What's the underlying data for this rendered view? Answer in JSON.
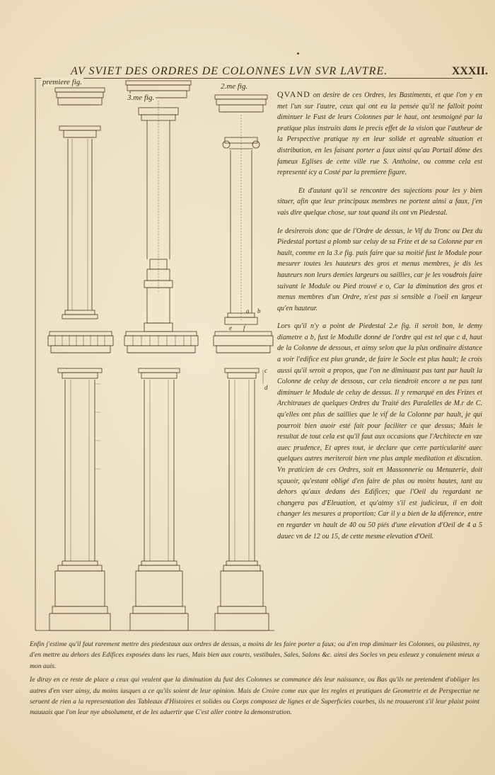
{
  "header": {
    "title": "AV SVIET DES ORDRES DE COLONNES LVN SVR LAVTRE.",
    "page_number": "XXXII."
  },
  "figures": {
    "first": "premiere fig.",
    "third": "3.me fig.",
    "second": "2.me fig."
  },
  "letters": {
    "a": "a",
    "b": "b",
    "c": "c",
    "d": "d",
    "e": "e",
    "f": "f"
  },
  "text": {
    "para1_lead": "QVAND",
    "para1": " on desire de ces Ordres, les Bastiments, et que l'on y en met l'un sur l'autre, ceux qui ont eu la pensée qu'il ne falloit point diminuer le Fust de leurs Colonnes par le haut, ont tesmoigné par la pratique plus instruits dans le precis effet de la vision que l'autheur de la Perspective pratique ny en leur solide et agreable situation et distribution, en les faisant porter a faux ainsi qu'au Portail dôme des fameux Eglises de cette ville rue S. Anthoine, ou comme cela est representé icy a Costé par la premiere figure.",
    "para2": "Et d'autant qu'il se rencontre des sujections pour les y bien situer, afin que leur principaux membres ne portent ainsi a faux, j'en vais dire quelque chose, sur tout quand ils ont vn Piedestal.",
    "para3": "Ie desirerois donc que de l'Ordre de dessus, le Vif du Tronc ou Dez du Piedestal portast a plomb sur celuy de sa Frize et de sa Colonne par en hault, comme en la 3.e fig. puis faire que sa moitié fust le Module pour mesurer toutes les hauteurs des gros et menus membres, je dis les hauteurs non leurs demies largeurs ou saillies, car je les voudrois faire suivant le Module ou Pied trouvé e o, Car la diminution des gros et menus membres d'un Ordre, n'est pas si sensible a l'oeil en largeur qu'en hauteur.",
    "para4": "Lors qu'il n'y a point de Piedestal 2.e fig. il seroit bon, le demy diametre a b, fust le Modulle donné de l'ordre qui est tel que c d, haut de la Colonne de dessous, et ainsy selon que la plus ordinaire distance a voir l'edifice est plus grande, de faire le Socle est plus hault; Ie crois aussi qu'il seroit a propos, que l'on ne diminuast pas tant par hault la Colonne de celuy de dessous, car cela tiendroit encore a ne pas tant diminuer le Module de celuy de dessus. Il y remarqué en des Frizes et Architraues de quelques Ordres du Traité des Paralelles de M.r de C. qu'elles ont plus de saillies que le vif de la Colonne par hault, je qui pourroit bien auoir esté fait pour faciliter ce que dessus; Mais le resultat de tout cela est qu'il faut aux occasions que l'Architecte en vze auec prudence, Et apres tout, ie declare que cette particularité auec quelques autres meriteroit bien vne plus ample meditation et discution. Vn praticien de ces Ordres, soit en Massonnerie ou Menuzerie, doit sçauoir, qu'estant obligé d'en faire de plus ou moins hautes, tant au dehors qu'aux dedans des Edifices; que l'Oeil du regardant ne changera pas d'Eleuation, et qu'ainsy s'il est judicieux, il en doit changer les mesures a proportion; Car il y a bien de la diference, entre en regarder vn hault de 40 ou 50 piés d'une elevation d'Oeil de 4 a 5 dauec vn de 12 ou 15, de cette mesme elevation d'Oeil."
  },
  "bottom": {
    "para1": "Enfin j'estime qu'il faut rarement mettre des piedestaux aux ordres de dessus, a moins de les faire porter a faux; ou d'en trop diminuer les Colonnes, ou pilastres, ny d'en mettre au dehors des Edifices exposées dans les rues, Mais bien aux courts, vestibules, Sales, Salons &c. ainsi des Socles vn peu esleuez y conuienent mieux a mon auis.",
    "para2": "Ie diray en ce reste de place a ceux qui veulent que la diminution du fust des Colonnes se commance dés leur naissance, ou Bas qu'ils ne pretendent d'obliger les autres d'en vser ainsy, du moins iusques a ce qu'ils soient de leur opinion. Mais de Croire come eux que les regles et pratiques de Geometrie et de Perspectiue ne seruent de rien a la representation des Tableaux d'Histoires et solides ou Corps composez de lignes et de Superficies courbes, ils ne trouueront s'il leur plaist point mauuais que l'on leur nye absolument, et de les aduertir que C'est aller contre la demonstration."
  }
}
